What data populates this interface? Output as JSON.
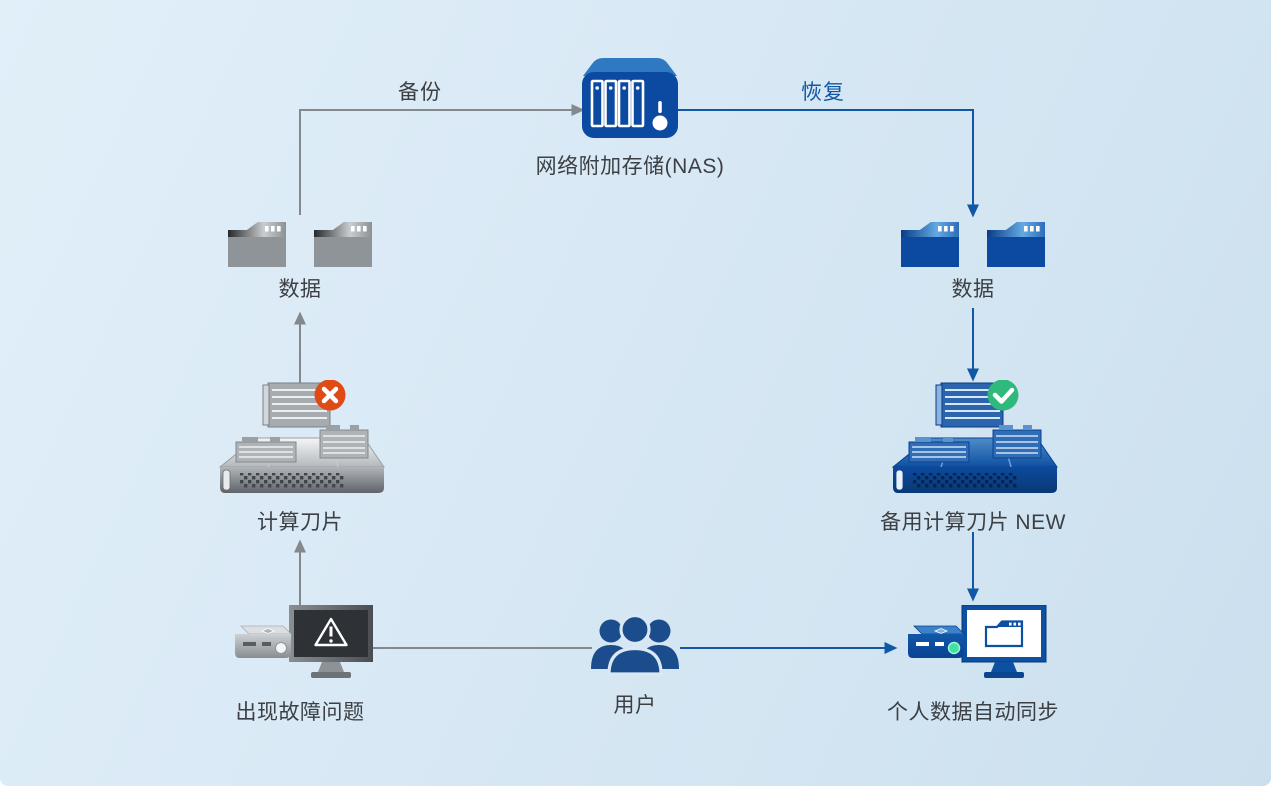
{
  "diagram": {
    "title": "",
    "background": {
      "top_left": "#e1eff9",
      "bottom_right": "#cbdfee"
    },
    "colors": {
      "primary_blue": "#0b4aa0",
      "light_blue": "#2e79c1",
      "arrow_gray": "#84898d",
      "arrow_blue": "#1057a5",
      "text": "#3c4045",
      "error_red": "#df4a15",
      "success_green": "#2fb97c",
      "folder_gray": "#8f9498",
      "users_navy": "#1b4d8d"
    },
    "nodes": {
      "nas": {
        "label": "网络附加存储(NAS)",
        "icon": "nas-storage-icon"
      },
      "folders_left": {
        "label": "数据",
        "icon": "folder-gray-icon",
        "count": 2
      },
      "folders_right": {
        "label": "数据",
        "icon": "folder-blue-icon",
        "count": 2
      },
      "blade_failed": {
        "label": "计算刀片",
        "icon": "blade-server-gray-icon",
        "status_icon": "error-x-icon"
      },
      "blade_spare": {
        "label": "备用计算刀片 NEW",
        "icon": "blade-server-blue-icon",
        "status_icon": "success-check-icon"
      },
      "pc_failed": {
        "label": "出现故障问题",
        "icon": "desktop-warning-icon"
      },
      "users": {
        "label": "用户",
        "icon": "users-icon"
      },
      "pc_sync": {
        "label": "个人数据自动同步",
        "icon": "desktop-sync-icon"
      }
    },
    "edges": {
      "backup": {
        "label": "备份",
        "from": "folders_left",
        "to": "nas",
        "color": "gray"
      },
      "restore": {
        "label": "恢复",
        "from": "nas",
        "to": "folders_right",
        "color": "blue"
      },
      "blade_to_data_left": {
        "from": "blade_failed",
        "to": "folders_left",
        "color": "gray"
      },
      "data_to_blade_right": {
        "from": "folders_right",
        "to": "blade_spare",
        "color": "blue"
      },
      "pc_to_blade_left": {
        "from": "pc_failed",
        "to": "blade_failed",
        "color": "gray"
      },
      "blade_to_pc_right": {
        "from": "blade_spare",
        "to": "pc_sync",
        "color": "blue"
      },
      "users_to_pc_failed": {
        "from": "users",
        "to": "pc_failed",
        "color": "gray"
      },
      "users_to_pc_sync": {
        "from": "users",
        "to": "pc_sync",
        "color": "blue"
      }
    }
  }
}
